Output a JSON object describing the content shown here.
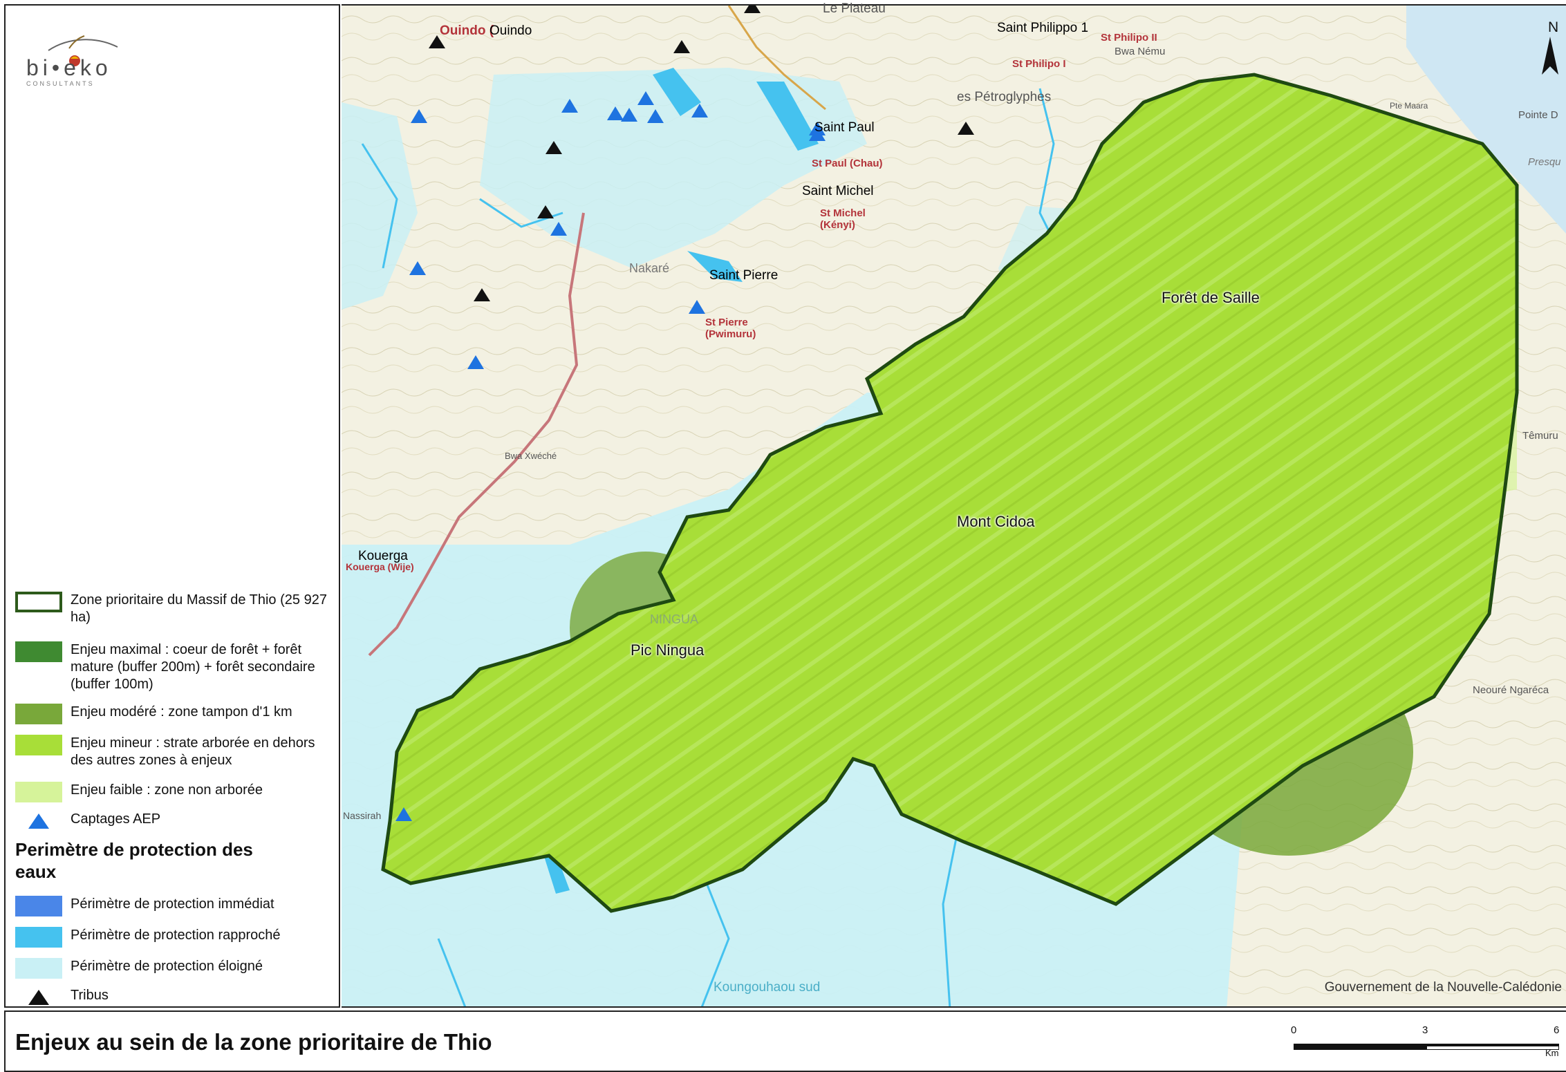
{
  "title": "Enjeux au sein de la zone prioritaire de Thio",
  "credit": "Gouvernement de la Nouvelle-Calédonie",
  "north_label": "N",
  "logo": {
    "text": "bi•eko",
    "sub": "CONSULTANTS"
  },
  "scale": {
    "ticks": [
      "0",
      "3",
      "6"
    ],
    "unit": "Km"
  },
  "legend": {
    "items": [
      {
        "label": "Zone prioritaire du Massif de Thio (25 927 ha)",
        "fill": "#ffffff",
        "stroke": "#2d5a1b"
      },
      {
        "label": "Enjeu maximal : coeur de forêt + forêt mature (buffer 200m) + forêt secondaire (buffer 100m)",
        "fill": "#3f8a31",
        "stroke": "none"
      },
      {
        "label": "Enjeu modéré : zone tampon d'1 km",
        "fill": "#79a83a",
        "stroke": "none"
      },
      {
        "label": "Enjeu mineur : strate arborée en dehors des autres zones à enjeux",
        "fill": "#a8de38",
        "stroke": "none"
      },
      {
        "label": "Enjeu faible : zone non arborée",
        "fill": "#d6f39a",
        "stroke": "none"
      },
      {
        "label": "Captages AEP",
        "symbol": "triangle",
        "color": "#1e73e0"
      }
    ],
    "protection_heading": "Perimètre de protection des eaux",
    "protection_items": [
      {
        "label": "Périmètre de protection immédiat",
        "fill": "#4a86e8"
      },
      {
        "label": "Périmètre de protection rapproché",
        "fill": "#45c2ef"
      },
      {
        "label": "Périmètre de protection éloigné",
        "fill": "#c9f0f5"
      }
    ],
    "tribus": {
      "label": "Tribus",
      "symbol": "triangle",
      "color": "#111111"
    }
  },
  "places": {
    "ouindo": "Ouindo",
    "ouindo_red": "Ouindo (",
    "saint_philippo": "Saint Philippo 1",
    "saint_paul": "Saint Paul",
    "saint_michel": "Saint Michel",
    "saint_pierre": "Saint Pierre",
    "kouerga": "Kouerga",
    "foret_saille": "Forêt de Saille",
    "mont_cidoa": "Mont Cidoa",
    "pic_ningua": "Pic Ningua",
    "petroglyphes": "es Pétroglyphes",
    "le_plateau": "Le Plateau",
    "st_philipo_ii": "St Philipo II",
    "st_philipo_i": "St Philipo I",
    "bwa_nemu": "Bwa Nému",
    "st_paul_chau": "St Paul (Chau)",
    "st_michel_kenyi": "St Michel (Kényi)",
    "st_pierre_pwimuru": "St Pierre (Pwimuru)",
    "nakare": "Nakaré",
    "kouerga_red": "Kouerga (Wije)",
    "pointe": "Pointe D",
    "temuru": "Têmuru",
    "neoure": "Neouré Ngaréca",
    "ningua": "NINGUA",
    "koungouhaou": "Koungouhaou sud",
    "bwa_xweche": "Bwa Xwéché",
    "nassirah": "Nassirah",
    "presqu": "Presqu",
    "pte_maara": "Pte Maara"
  }
}
